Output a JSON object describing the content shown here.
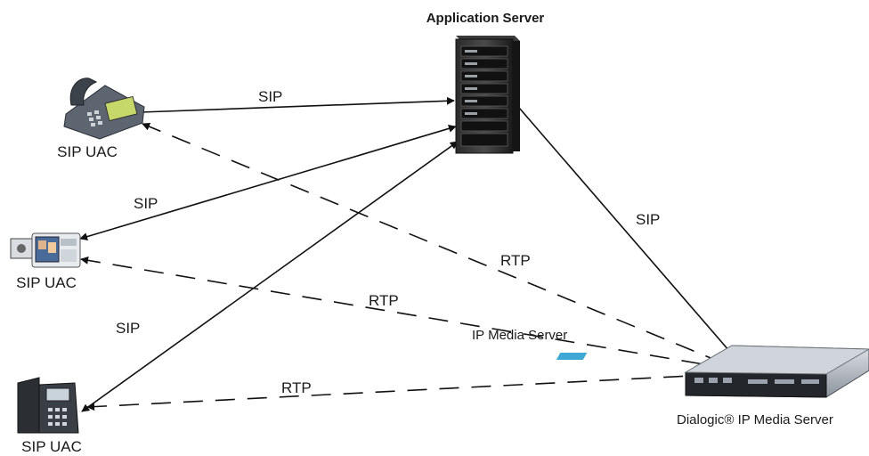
{
  "title": "Application Server",
  "nodes": {
    "app_server": {
      "label": "Application Server"
    },
    "uac_top": {
      "label": "SIP UAC"
    },
    "uac_mid": {
      "label": "SIP UAC"
    },
    "uac_bottom": {
      "label": "SIP UAC"
    },
    "media_server": {
      "label": "Dialogic® IP Media Server"
    }
  },
  "edge_labels": {
    "sip_top": "SIP",
    "sip_mid": "SIP",
    "sip_bottom": "SIP",
    "sip_media": "SIP",
    "rtp_top": "RTP",
    "rtp_mid": "RTP",
    "rtp_bottom": "RTP",
    "ip_media_server": "IP Media Server"
  },
  "icons": [
    "desk-phone-icon",
    "video-phone-icon",
    "ip-phone-icon",
    "tower-server-icon",
    "rack-server-icon"
  ]
}
